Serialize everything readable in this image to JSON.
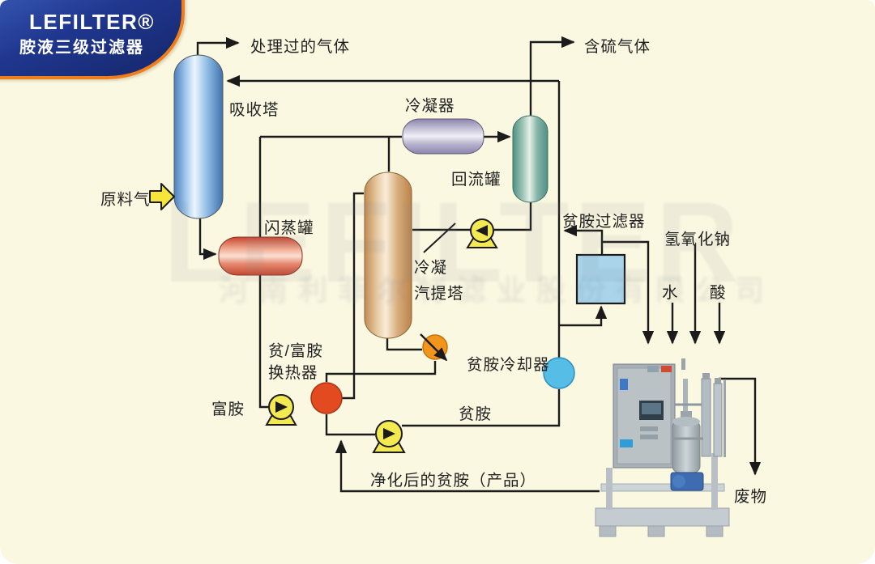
{
  "logo": {
    "brand": "LEFILTER®",
    "subtitle": "胺液三级过滤器"
  },
  "watermark": {
    "brand": "LEFILTER",
    "company": "河南利菲尔特滤业股份有限公司"
  },
  "diagram": {
    "units": {
      "absorber": "吸收塔",
      "flash_tank": "闪蒸罐",
      "condenser": "冷凝器",
      "reflux_drum": "回流罐",
      "stripper_line1": "冷凝",
      "stripper_line2": "汽提塔",
      "lean_amine_filter": "贫胺过滤器",
      "heat_exchanger_line1": "贫/富胺",
      "heat_exchanger_line2": "换热器",
      "lean_amine_cooler": "贫胺冷却器"
    },
    "streams": {
      "treated_gas": "处理过的气体",
      "feed_gas": "原料气",
      "sour_gas": "含硫气体",
      "naoh": "氢氧化钠",
      "water": "水",
      "acid": "酸",
      "rich_amine": "富胺",
      "lean_amine": "贫胺",
      "product": "净化后的贫胺（产品）",
      "waste": "废物"
    }
  },
  "colors": {
    "background": "#fbf8e1",
    "line": "#1b1b1b",
    "logo_navy": "#1d3386",
    "logo_orange": "#f07d1a",
    "absorber_blue": "#4a7fbe",
    "flash_red": "#c8452f",
    "condenser_lavender": "#8b85ac",
    "reflux_teal": "#4e9184",
    "stripper_tan": "#c28b52",
    "filter_blue": "#a9d4ea",
    "exchanger_red": "#e34a1f",
    "valve_orange": "#f2951d",
    "cooler_blue": "#55bde6",
    "pump_yellow": "#f3ea52",
    "feed_arrow_yellow": "#f7e63a"
  }
}
